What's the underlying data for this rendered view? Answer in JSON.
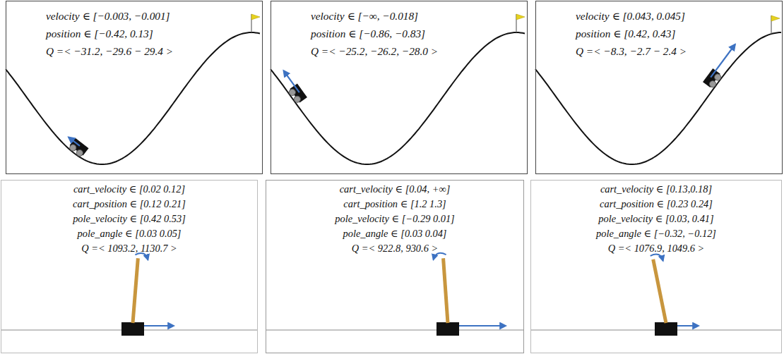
{
  "diagram": {
    "nodes": [
      {
        "text": [
          "velocity ∈ [−0.003, −0.001]",
          "position ∈ [−0.42, 0.13]",
          "Q =< −31.2, −29.6 − 29.4 >"
        ]
      },
      {
        "text": [
          "velocity ∈ [−∞, −0.018]",
          "position ∈ [−0.86, −0.83]",
          "Q =< −25.2, −26.2, −28.0 >"
        ]
      },
      {
        "text": [
          "velocity ∈ [0.043, 0.045]",
          "position ∈ [0.42, 0.43]",
          "Q =< −8.3, −2.7 − 2.4 >"
        ]
      },
      {
        "text": [
          "cart_velocity ∈ [0.02 0.12]",
          "cart_position ∈ [0.12 0.21]",
          "pole_velocity ∈ [0.42 0.53]",
          "pole_angle ∈ [0.03 0.05]",
          "Q =< 1093.2, 1130.7 >"
        ]
      },
      {
        "text": [
          "cart_velocity ∈ [0.04, +∞]",
          "cart_position ∈ [1.2 1.3]",
          "pole_velocity ∈ [−0.29 0.01]",
          "pole_angle ∈ [0.03 0.04]",
          "Q =< 922.8, 930.6 >"
        ]
      },
      {
        "text": [
          "cart_velocity ∈ [0.13,0.18]",
          "cart_position ∈ [0.23 0.24]",
          "pole_velocity ∈ [0.03, 0.41]",
          "pole_angle ∈ [−0.32, −0.12]",
          "Q =< 1076.9, 1049.6 >"
        ]
      }
    ]
  }
}
